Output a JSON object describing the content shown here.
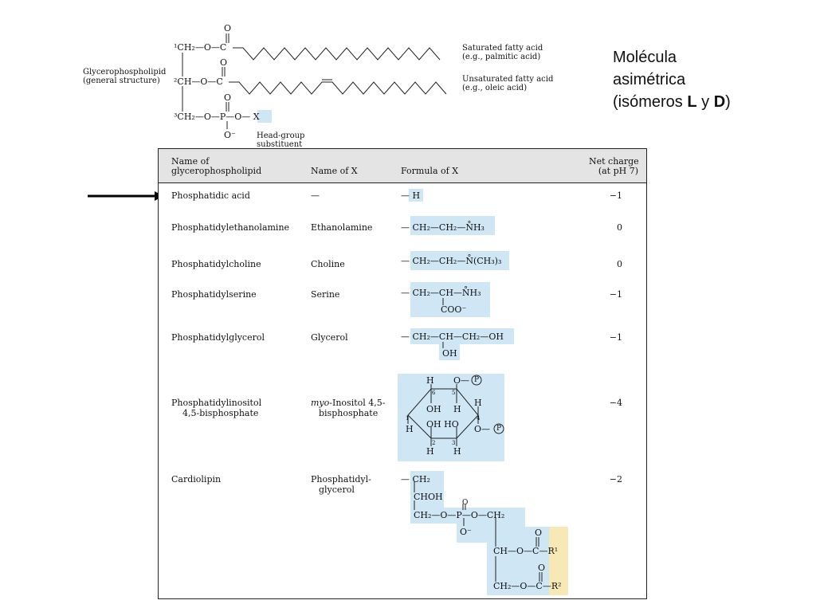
{
  "structure": {
    "label_line1": "Glycerophospholipid",
    "label_line2": "(general structure)",
    "c1": "¹CH₂—O—C",
    "c2": "²CH—O—C",
    "c3": "³CH₂—O—P—O— X",
    "carbonyl_o": "O",
    "phosphate_o_top": "O",
    "phosphate_o_bottom": "O⁻",
    "saturated_line1": "Saturated fatty acid",
    "saturated_line2": "(e.g., palmitic acid)",
    "unsaturated_line1": "Unsaturated fatty acid",
    "unsaturated_line2": "(e.g., oleic acid)",
    "headgroup_line1": "Head-group",
    "headgroup_line2": "substituent"
  },
  "side_note": {
    "line1": "Molécula",
    "line2": "asimétrica",
    "line3_pre": "(isómeros ",
    "line3_L": "L",
    "line3_mid": " y ",
    "line3_D": "D",
    "line3_post": ")"
  },
  "table": {
    "headers": {
      "name_line1": "Name of",
      "name_line2": "glycerophospholipid",
      "x_name": "Name of X",
      "formula": "Formula of X",
      "charge_line1": "Net charge",
      "charge_line2": "(at pH 7)"
    },
    "rows": [
      {
        "name": "Phosphatidic acid",
        "x_name": "—",
        "charge": "−1"
      },
      {
        "name": "Phosphatidylethanolamine",
        "x_name": "Ethanolamine",
        "charge": "0"
      },
      {
        "name": "Phosphatidylcholine",
        "x_name": "Choline",
        "charge": "0"
      },
      {
        "name": "Phosphatidylserine",
        "x_name": "Serine",
        "charge": "−1"
      },
      {
        "name": "Phosphatidylglycerol",
        "x_name": "Glycerol",
        "charge": "−1"
      },
      {
        "name_line1": "Phosphatidylinositol",
        "name_line2": "4,5-bisphosphate",
        "x_name_italic": "myo",
        "x_name_line1": "-Inositol 4,5-",
        "x_name_line2": "bisphosphate",
        "charge": "−4"
      },
      {
        "name": "Cardiolipin",
        "x_name_line1": "Phosphatidyl-",
        "x_name_line2": "glycerol",
        "charge": "−2"
      }
    ],
    "formulas": {
      "pa": "— H",
      "pe": "— CH₂—CH₂—N̊H₃",
      "pc": "— CH₂—CH₂—N̊(CH₃)₃",
      "ps_main": "— CH₂—CH—N̊H₃",
      "ps_sub": "COO⁻",
      "pg_main": "— CH₂—CH—CH₂—OH",
      "pg_sub": "OH",
      "pi_labels": [
        "H",
        "O—",
        "H",
        "OH",
        "H",
        "OH HO",
        "H",
        "O—",
        "H",
        "H"
      ],
      "pi_p": "P",
      "pi_nums": [
        "6",
        "5",
        "4",
        "3",
        "2",
        "1"
      ],
      "cl": [
        "— CH₂",
        "CHOH",
        "CH₂—O—P—O—CH₂",
        "O",
        "O⁻",
        "CH—O—C—R¹",
        "O",
        "CH₂—O—C—R²"
      ]
    }
  }
}
